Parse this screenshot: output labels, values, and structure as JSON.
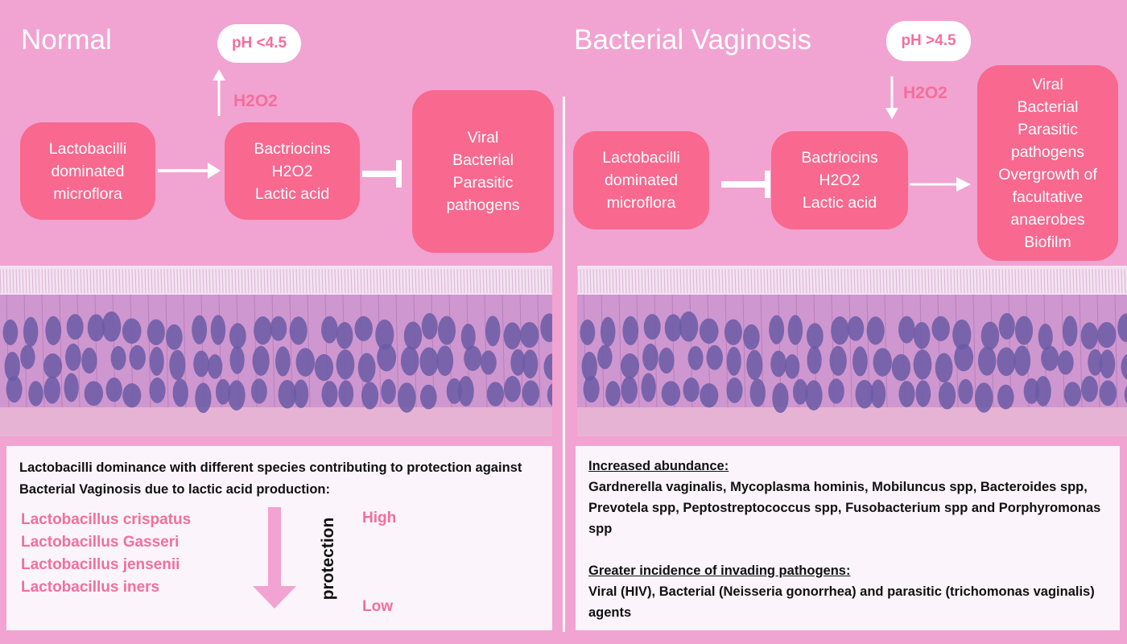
{
  "normal": {
    "title": "Normal",
    "ph": "pH <4.5",
    "h2o2": "H2O2",
    "box1": [
      "Lactobacilli",
      "dominated",
      "microflora"
    ],
    "box2": [
      "Bactriocins",
      "H2O2",
      "Lactic acid"
    ],
    "box3": [
      "Viral",
      "Bacterial",
      "Parasitic",
      "pathogens"
    ]
  },
  "bv": {
    "title": "Bacterial Vaginosis",
    "ph": "pH >4.5",
    "h2o2": "H2O2",
    "box1": [
      "Lactobacilli",
      "dominated",
      "microflora"
    ],
    "box2": [
      "Bactriocins",
      "H2O2",
      "Lactic acid"
    ],
    "box3": [
      "Viral",
      "Bacterial",
      "Parasitic",
      "pathogens",
      "Overgrowth of",
      "facultative",
      "anaerobes",
      "Biofilm"
    ]
  },
  "bottom_left": {
    "intro": "Lactobacilli dominance with different species contributing to protection against Bacterial Vaginosis due to lactic acid production:",
    "species": [
      "Lactobacillus crispatus",
      "Lactobacillus Gasseri",
      "Lactobacillus jensenii",
      "Lactobacillus iners"
    ],
    "axis_label": "protection",
    "high": "High",
    "low": "Low"
  },
  "bottom_right": {
    "heading1": "Increased abundance:",
    "text1": "Gardnerella vaginalis, Mycoplasma hominis, Mobiluncus spp, Bacteroides spp, Prevotela spp, Peptostreptococcus spp, Fusobacterium spp and Porphyromonas spp",
    "heading2": "Greater incidence of invading pathogens:",
    "text2": "Viral (HIV), Bacterial (Neisseria gonorrhea) and parasitic (trichomonas vaginalis) agents"
  },
  "colors": {
    "background": "#f1a3d1",
    "box": "#f8688f",
    "accent_text": "#f36f9a",
    "arrow_pink": "#f2a3d1"
  }
}
